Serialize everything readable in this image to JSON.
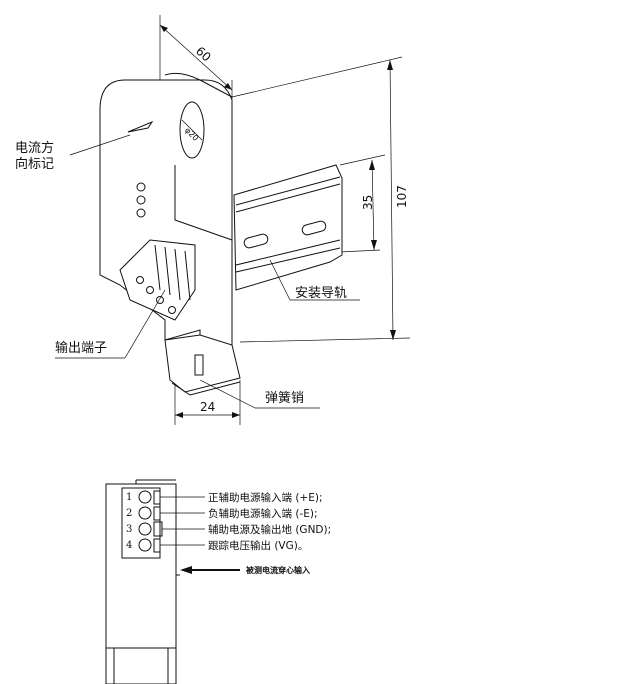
{
  "top_view": {
    "labels": {
      "current_direction_line1": "电流方",
      "current_direction_line2": "向标记",
      "output_terminal": "输出端子",
      "mounting_rail": "安装导轨",
      "spring_pin": "弹簧销"
    },
    "dimensions": {
      "depth": "60",
      "hole_diameter": "φ20",
      "rail_height": "35",
      "total_height": "107",
      "width": "24"
    }
  },
  "terminal_view": {
    "pins": [
      {
        "number": "1",
        "label": "正辅助电源输入端 (+E);"
      },
      {
        "number": "2",
        "label": "负辅助电源输入端 (-E);"
      },
      {
        "number": "3",
        "label": "辅助电源及输出地 (GND);"
      },
      {
        "number": "4",
        "label": "跟踪电压输出 (VG)。"
      }
    ],
    "arrow_label": "被测电流穿心输入"
  }
}
